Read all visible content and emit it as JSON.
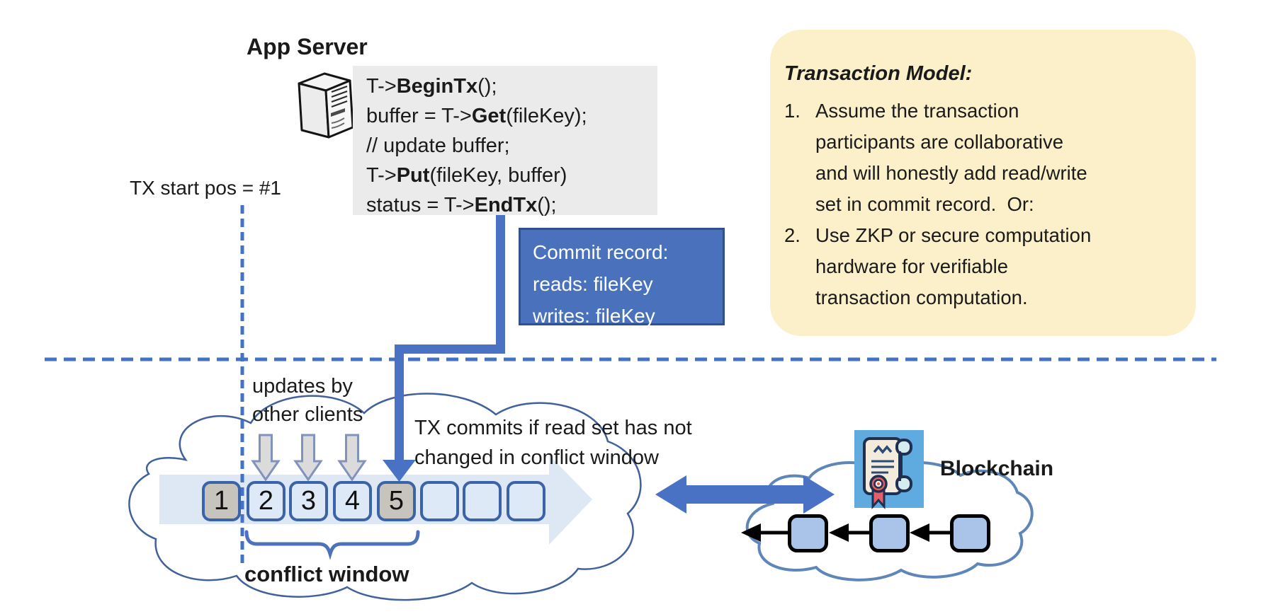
{
  "app_server": {
    "label": "App Server"
  },
  "code": {
    "lines": [
      {
        "pre": "T->",
        "bold": "BeginTx",
        "post": "();"
      },
      {
        "pre": "buffer = T->",
        "bold": "Get",
        "post": "(fileKey);"
      },
      {
        "pre": "// update buffer;",
        "bold": "",
        "post": ""
      },
      {
        "pre": "T->",
        "bold": "Put",
        "post": "(fileKey, buffer)"
      },
      {
        "pre": "status = T->",
        "bold": "EndTx",
        "post": "();"
      }
    ]
  },
  "tx_start": {
    "label": "TX start pos = #1"
  },
  "commit_record": {
    "lines": [
      "Commit record:",
      "reads: fileKey",
      "writes: fileKey"
    ]
  },
  "model": {
    "title": "Transaction Model:",
    "items": [
      {
        "number": "1.",
        "lines": [
          "Assume the transaction",
          "participants are collaborative",
          "and will honestly add read/write",
          "set in commit record.  Or:"
        ]
      },
      {
        "number": "2.",
        "lines": [
          "Use ZKP or secure computation",
          "hardware for verifiable",
          "transaction computation."
        ]
      }
    ]
  },
  "timeline": {
    "updates_label": {
      "line1": "updates by",
      "line2": "other clients"
    },
    "commits_label": {
      "line1": "TX commits if read set has not",
      "line2": "changed in conflict window"
    },
    "conflict_window_label": "conflict window",
    "boxes": [
      {
        "label": "1",
        "variant": "gray"
      },
      {
        "label": "2",
        "variant": "blue"
      },
      {
        "label": "3",
        "variant": "blue"
      },
      {
        "label": "4",
        "variant": "blue"
      },
      {
        "label": "5",
        "variant": "gray"
      },
      {
        "label": "",
        "variant": "blue"
      },
      {
        "label": "",
        "variant": "blue"
      },
      {
        "label": "",
        "variant": "blue"
      }
    ]
  },
  "blockchain": {
    "label": "Blockchain",
    "block_count": 3
  },
  "colors": {
    "accent_blue": "#4472C4",
    "connector_blue": "#4A72C4",
    "commit_fill": "#4A72BC",
    "commit_border": "#2F528F",
    "timeline_box_border": "#3B63A8",
    "timeline_box_blue": "#DEE9F8",
    "timeline_box_gray": "#C6C4BC",
    "band_fill": "#DEE7F4",
    "cloud_stroke_left": "#41619B",
    "cloud_stroke_right": "#5E86B8",
    "note_yellow": "#FBF0C9",
    "code_bg": "#EBEBEB",
    "chain_block_fill": "#A9C4E8",
    "certificate_bg": "#5FAADF",
    "gray_arrow_fill": "#DBDBDB",
    "gray_arrow_stroke": "#8193BC"
  }
}
